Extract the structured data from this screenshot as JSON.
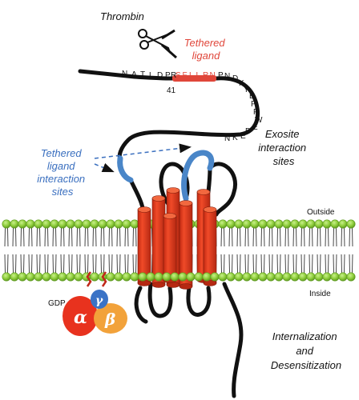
{
  "labels": {
    "thrombin": "Thrombin",
    "tethered_ligand": [
      "Tethered",
      "ligand"
    ],
    "exosite": [
      "Exosite",
      "interaction",
      "sites"
    ],
    "tethered_ligand_sites": [
      "Tethered",
      "ligand",
      "interaction",
      "sites"
    ],
    "outside": "Outside",
    "inside": "Inside",
    "gdp": "GDP",
    "internalization": [
      "Internalization",
      "and",
      "Desensitization"
    ],
    "residue_number": "41"
  },
  "sequence": {
    "n_term": [
      "N",
      "A",
      "T",
      "L",
      "D",
      "P",
      "R"
    ],
    "ligand": [
      "S",
      "F",
      "L",
      "L",
      "R",
      "N"
    ],
    "c_part": [
      "P",
      "N",
      "D",
      "K",
      "Y",
      "E",
      "P",
      "F",
      "W",
      "E",
      "D",
      "E",
      "K",
      "N"
    ]
  },
  "g_protein": {
    "alpha": "α",
    "beta": "β",
    "gamma": "γ"
  },
  "colors": {
    "helix": "#e8391e",
    "helix_dark": "#b52812",
    "membrane": "#8dcc3a",
    "membrane_dark": "#5e9a20",
    "ligand_red": "#e0463a",
    "site_blue": "#4a86c8",
    "alpha": "#e8321e",
    "beta": "#f2a23a",
    "gamma": "#3a73c6"
  }
}
